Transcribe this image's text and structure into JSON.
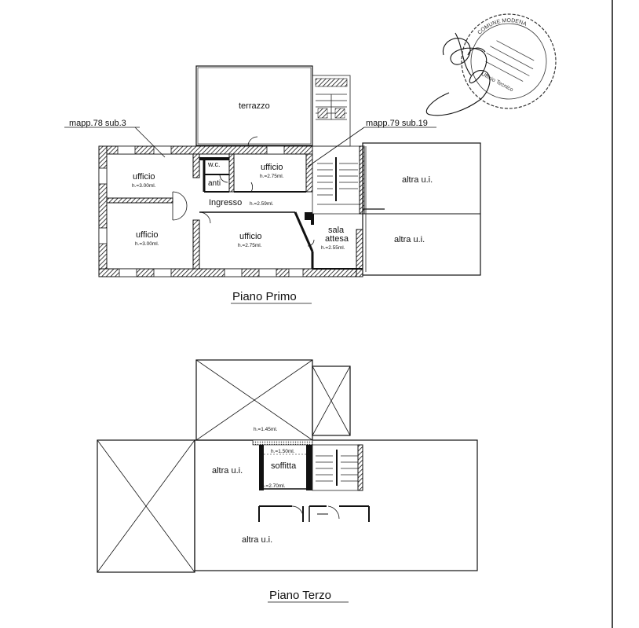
{
  "plans": {
    "primo": {
      "title": "Piano Primo",
      "ref_left": "mapp.78 sub.3",
      "ref_right": "mapp.79 sub.19",
      "rooms": {
        "terrazzo": "terrazzo",
        "ufficio_tl": "ufficio",
        "ufficio_tl_h": "h.=3.00ml.",
        "wc": "w.c.",
        "anti": "anti",
        "ufficio_tm": "ufficio",
        "ufficio_tm_h": "h.=2.75ml.",
        "ingresso": "Ingresso",
        "ingresso_h": "h.=2.59ml.",
        "ufficio_bl": "ufficio",
        "ufficio_bl_h": "h.=3.00ml.",
        "ufficio_bm": "ufficio",
        "ufficio_bm_h": "h.=2.75ml.",
        "sala_1": "sala",
        "sala_2": "attesa",
        "sala_h": "h.=2.55ml.",
        "altra_1": "altra u.i.",
        "altra_2": "altra u.i."
      }
    },
    "terzo": {
      "title": "Piano Terzo",
      "rooms": {
        "altra_left": "altra u.i.",
        "soffitta": "soffitta",
        "h_top": "h.=1.45ml.",
        "h_mid": "h.=1.50ml.",
        "h_bottom": "h.=2.70ml.",
        "altra_bottom": "altra u.i."
      }
    }
  },
  "stamp": {
    "arc_text": "COMUNE MODENA",
    "inner_text": "Ufficio Tecnico"
  }
}
